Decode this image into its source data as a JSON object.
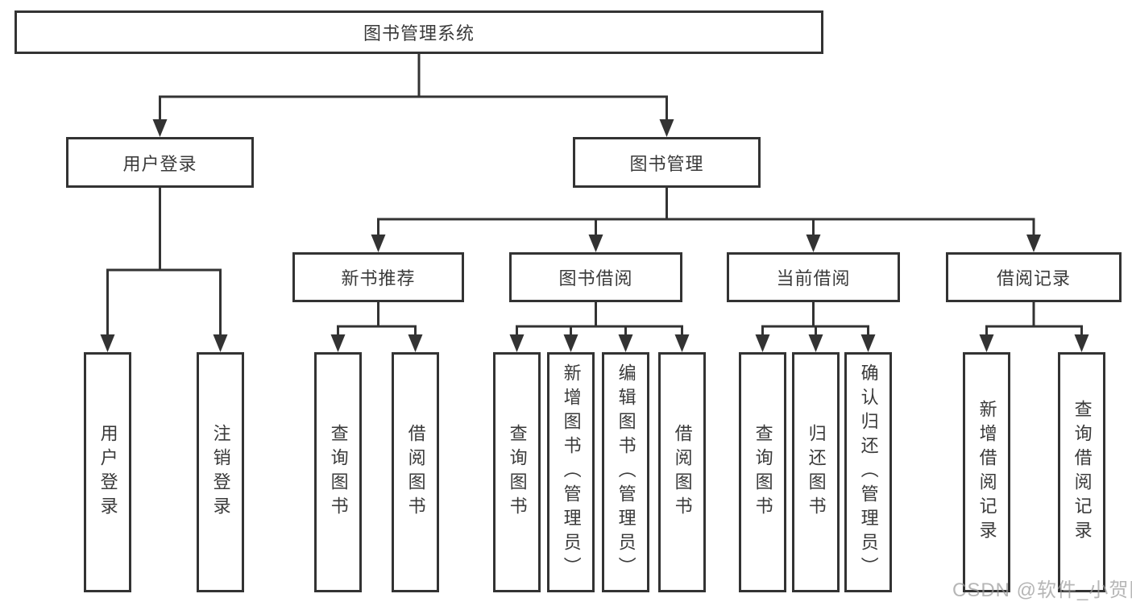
{
  "diagram": {
    "root": {
      "label": "图书管理系统"
    },
    "user_login": {
      "label": "用户登录",
      "children": [
        {
          "label": "用户登录"
        },
        {
          "label": "注销登录"
        }
      ]
    },
    "book_mgmt": {
      "label": "图书管理",
      "sections": [
        {
          "label": "新书推荐",
          "children": [
            {
              "label": "查询图书"
            },
            {
              "label": "借阅图书"
            }
          ]
        },
        {
          "label": "图书借阅",
          "children": [
            {
              "label": "查询图书"
            },
            {
              "label": "新增图书（管理员）"
            },
            {
              "label": "编辑图书（管理员）"
            },
            {
              "label": "借阅图书"
            }
          ]
        },
        {
          "label": "当前借阅",
          "children": [
            {
              "label": "查询图书"
            },
            {
              "label": "归还图书"
            },
            {
              "label": "确认归还（管理员）"
            }
          ]
        },
        {
          "label": "借阅记录",
          "children": [
            {
              "label": "新增借阅记录"
            },
            {
              "label": "查询借阅记录"
            }
          ]
        }
      ]
    }
  },
  "watermark": {
    "text": "CSDN @软件_小贺同学"
  },
  "colors": {
    "line": "#333333",
    "text": "#3a3a3a",
    "watermark": "#9a9a9a",
    "background": "#ffffff"
  }
}
